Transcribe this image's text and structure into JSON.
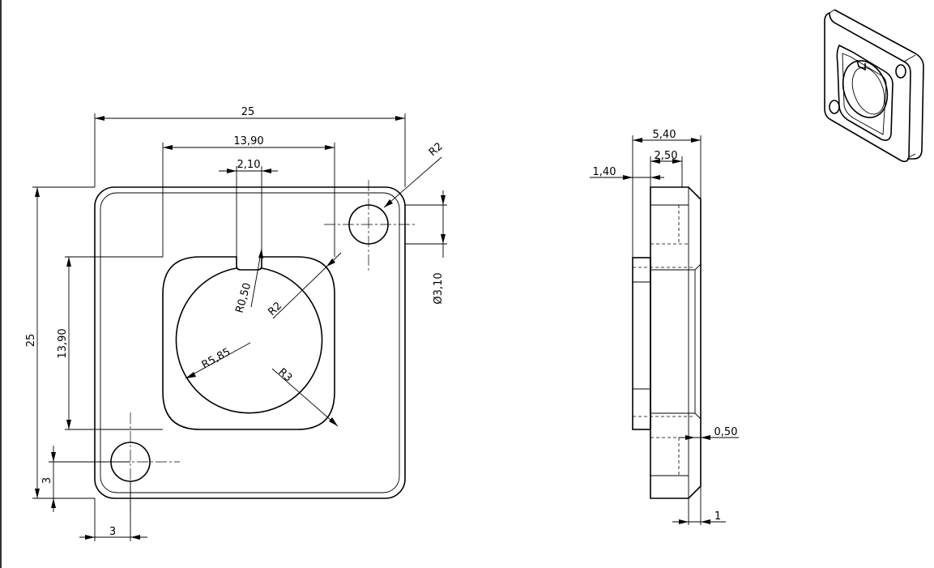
{
  "front_view": {
    "overall_width": "25",
    "overall_height": "25",
    "pocket_width": "13,90",
    "pocket_height": "13,90",
    "key_width": "2,10",
    "corner_radius": "R2",
    "pocket_radius": "R2",
    "key_radius": "R0,50",
    "bore_radius": "R5,85",
    "pocket_outer_radius": "R3",
    "hole_diameter": "Ø3,10",
    "hole_offset_x": "3",
    "hole_offset_y": "3"
  },
  "side_view": {
    "total_thickness": "5,40",
    "flange_thickness": "2,50",
    "boss_height": "1,40",
    "chamfer_small": "0,50",
    "chamfer_large": "1"
  },
  "iso_view": {}
}
